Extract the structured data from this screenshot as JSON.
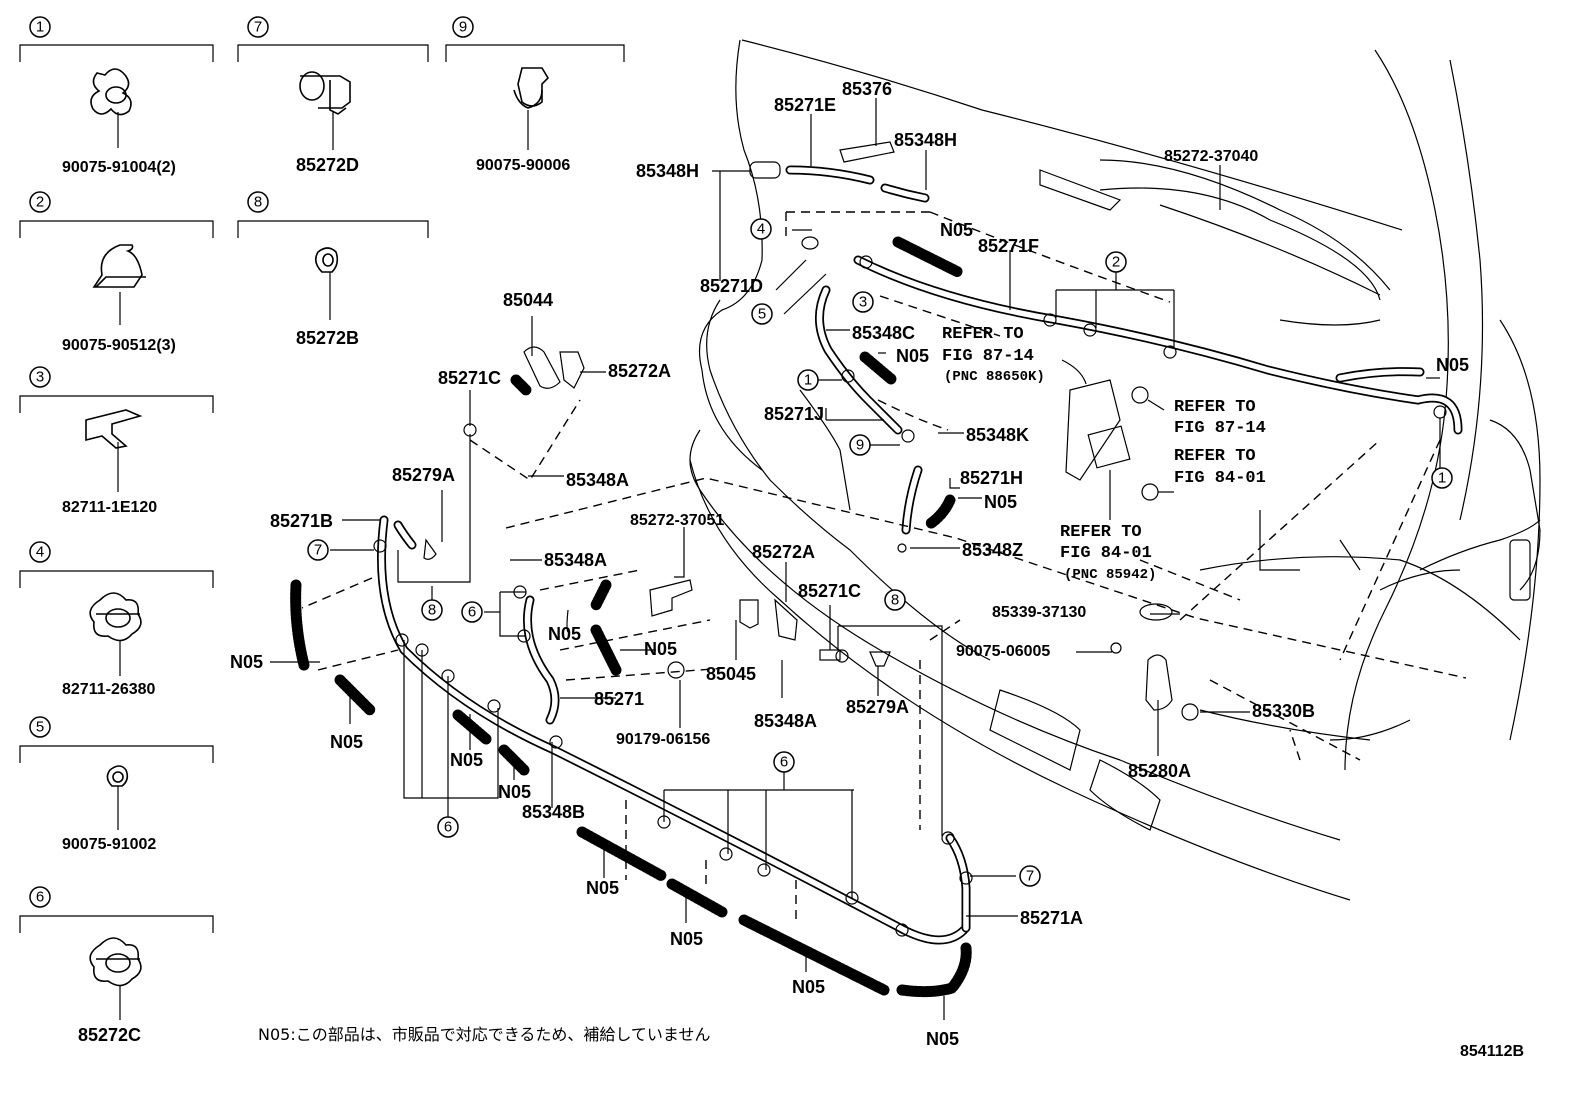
{
  "legend_items": [
    {
      "num": "1",
      "part": "90075-91004(2)"
    },
    {
      "num": "2",
      "part": "90075-90512(3)"
    },
    {
      "num": "3",
      "part": "82711-1E120"
    },
    {
      "num": "4",
      "part": "82711-26380"
    },
    {
      "num": "5",
      "part": "90075-91002"
    },
    {
      "num": "6",
      "part": "85272C"
    },
    {
      "num": "7",
      "part": "85272D"
    },
    {
      "num": "8",
      "part": "85272B"
    },
    {
      "num": "9",
      "part": "90075-90006"
    }
  ],
  "parts": {
    "p85376": "85376",
    "p85271E": "85271E",
    "p85348H_a": "85348H",
    "p85348H_b": "85348H",
    "p85272_37040": "85272-37040",
    "p85271F": "85271F",
    "p85271D": "85271D",
    "p85348C": "85348C",
    "p85271J": "85271J",
    "p85348K": "85348K",
    "p85271H": "85271H",
    "p85348Z": "85348Z",
    "p85044": "85044",
    "p85272A_a": "85272A",
    "p85271C_a": "85271C",
    "p85348A_a": "85348A",
    "p85279A_a": "85279A",
    "p85271B": "85271B",
    "p85272_37051": "85272-37051",
    "p85348A_b": "85348A",
    "p85272A_b": "85272A",
    "p85271C_b": "85271C",
    "p85271": "85271",
    "p85045": "85045",
    "p90179_06156": "90179-06156",
    "p85348A_c": "85348A",
    "p85279A_b": "85279A",
    "p85348B": "85348B",
    "p85339_37130": "85339-37130",
    "p90075_06005": "90075-06005",
    "p85330B": "85330B",
    "p85280A": "85280A",
    "p85271A": "85271A"
  },
  "n05_label": "N05",
  "references": {
    "r1_line1": "REFER TO",
    "r1_line2": "FIG 87-14",
    "r1_pnc": "(PNC 88650K)",
    "r2_line1": "REFER TO",
    "r2_line2": "FIG 87-14",
    "r3_line1": "REFER TO",
    "r3_line2": "FIG 84-01",
    "r4_line1": "REFER TO",
    "r4_line2": "FIG 84-01",
    "r4_pnc": "(PNC 85942)"
  },
  "footnote": "N05:この部品は、市販品で対応できるため、補給していません",
  "figure_id": "854112B"
}
